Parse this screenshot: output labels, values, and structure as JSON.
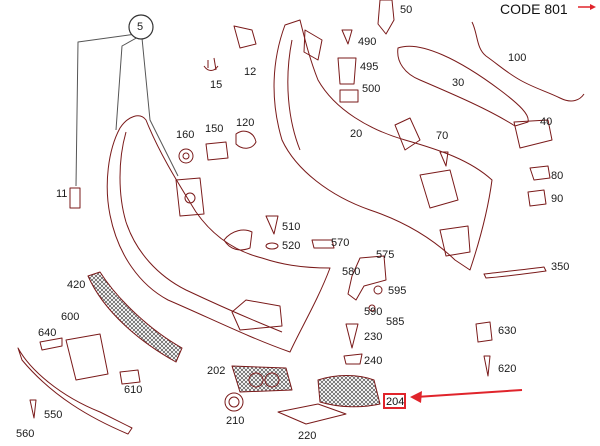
{
  "code_label": "CODE 801",
  "highlight": {
    "part": "204",
    "color": "#e0242b"
  },
  "callout": "5",
  "parts": {
    "p5": "5",
    "p11": "11",
    "p12": "12",
    "p15": "15",
    "p20": "20",
    "p30": "30",
    "p40": "40",
    "p50": "50",
    "p70": "70",
    "p80": "80",
    "p90": "90",
    "p100": "100",
    "p120": "120",
    "p150": "150",
    "p160": "160",
    "p202": "202",
    "p204": "204",
    "p210": "210",
    "p220": "220",
    "p230": "230",
    "p240": "240",
    "p350": "350",
    "p420": "420",
    "p490": "490",
    "p495": "495",
    "p500": "500",
    "p510": "510",
    "p520": "520",
    "p550": "550",
    "p560": "560",
    "p570": "570",
    "p575": "575",
    "p580": "580",
    "p585": "585",
    "p590": "590",
    "p595": "595",
    "p600": "600",
    "p610": "610",
    "p620": "620",
    "p630": "630",
    "p640": "640"
  }
}
